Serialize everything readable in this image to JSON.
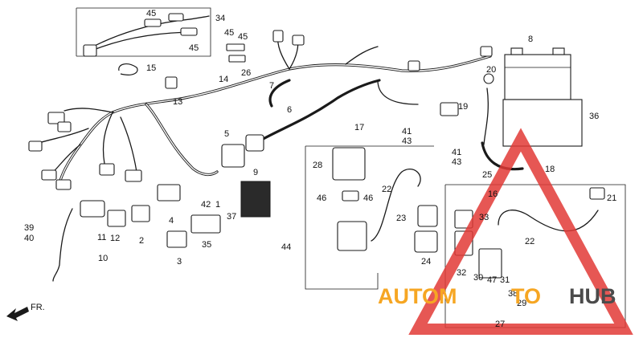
{
  "callouts": {
    "c45a": "45",
    "c34": "34",
    "c45b": "45",
    "c45c": "45",
    "c45d": "45",
    "c15": "15",
    "c26": "26",
    "c14": "14",
    "c13": "13",
    "c7": "7",
    "c6": "6",
    "c8": "8",
    "c20": "20",
    "c36": "36",
    "c19": "19",
    "c41a": "41",
    "c43a": "43",
    "c41b": "41",
    "c43b": "43",
    "c17": "17",
    "c5": "5",
    "c28": "28",
    "c46a": "46",
    "c46b": "46",
    "c22a": "22",
    "c23": "23",
    "c24": "24",
    "c25": "25",
    "c18": "18",
    "c16": "16",
    "c21": "21",
    "c33": "33",
    "c22b": "22",
    "c32": "32",
    "c30": "30",
    "c47": "47",
    "c31": "31",
    "c38": "38",
    "c29": "29",
    "c27": "27",
    "c9": "9",
    "c42": "42",
    "c1": "1",
    "c37": "37",
    "c4": "4",
    "c35": "35",
    "c3": "3",
    "c44": "44",
    "c2": "2",
    "c11": "11",
    "c12": "12",
    "c10": "10",
    "c39": "39",
    "c40": "40"
  },
  "direction_label": "FR.",
  "watermark": {
    "part1": "AUTOM",
    "part2": "TO",
    "part3": "HUB",
    "color_orange": "#f6a623",
    "color_red": "#e23a36",
    "color_gray": "#4b4b4b"
  }
}
